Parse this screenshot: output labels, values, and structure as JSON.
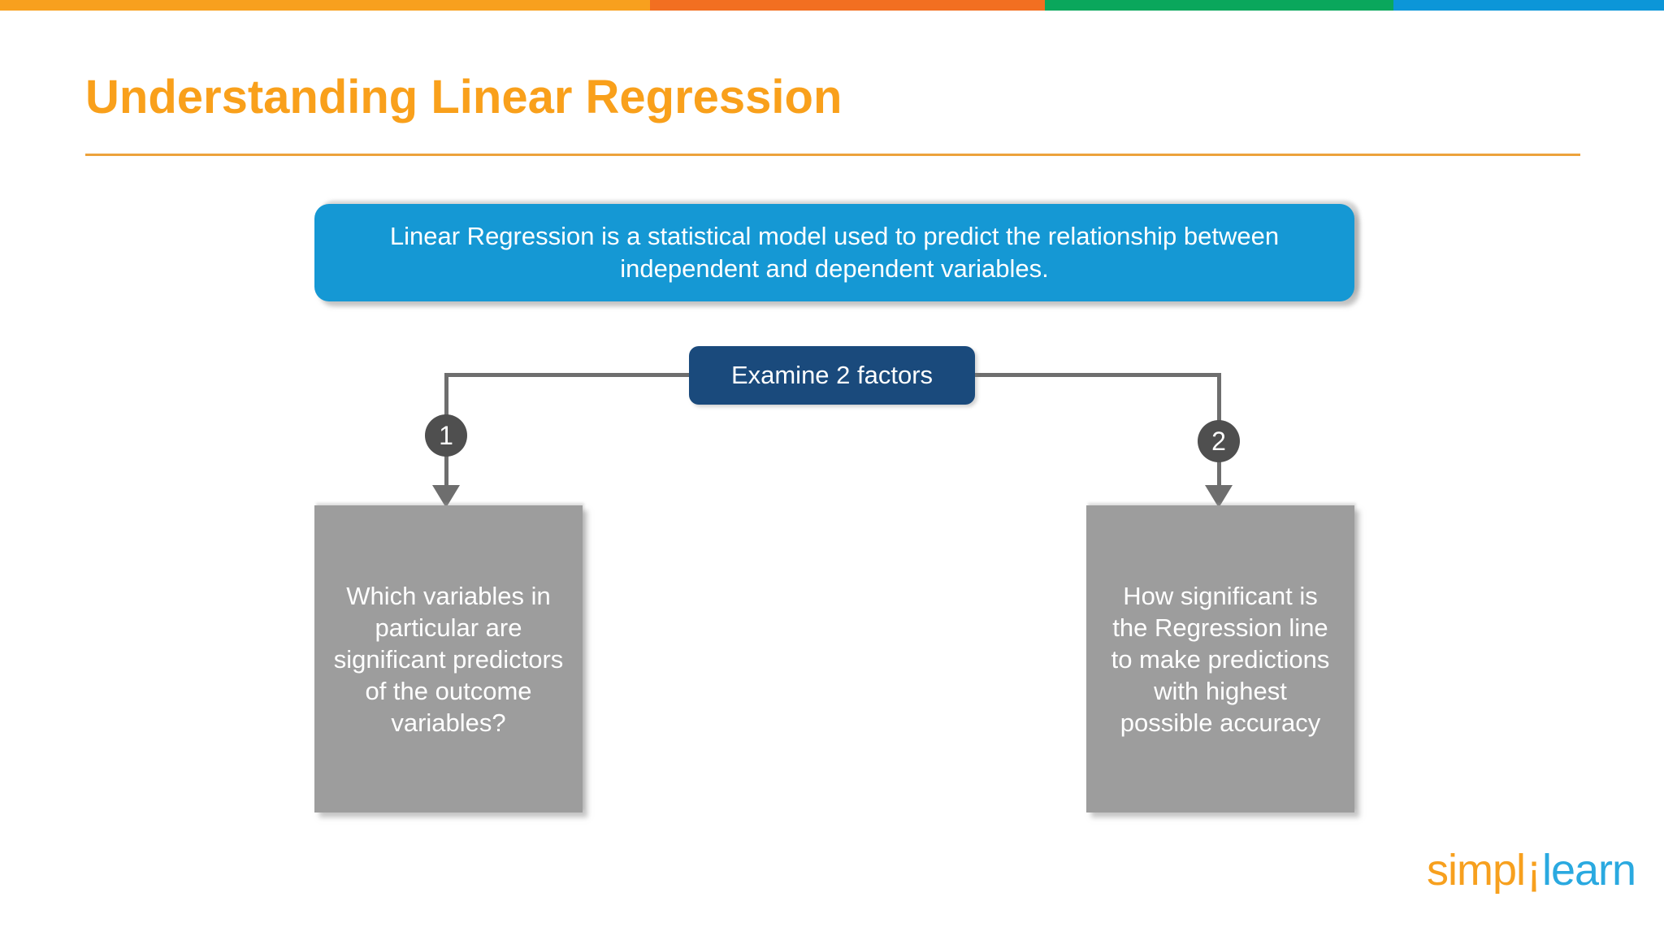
{
  "slide": {
    "title": "Understanding Linear Regression",
    "title_color": "#F9A01B",
    "accent_line_color": "#ECA23B",
    "top_bar_colors": [
      "#F8A01E",
      "#F26F21",
      "#0AA75C",
      "#0C96D8"
    ],
    "background_color": "#FFFFFF"
  },
  "definition_box": {
    "text": "Linear Regression is a statistical model used to predict the relationship between\nindependent and dependent variables.",
    "bg_color": "#1598D4",
    "text_color": "#FFFFFF"
  },
  "factors_box": {
    "label": "Examine 2 factors",
    "bg_color": "#1A4A7C",
    "text_color": "#FFFFFF"
  },
  "connector": {
    "line_color": "#6E6E6E",
    "circle_color": "#4F4F4F"
  },
  "branches": [
    {
      "number": "1",
      "text": "Which variables in\nparticular are\nsignificant predictors\nof the outcome\nvariables?",
      "bg_color": "#9D9D9D"
    },
    {
      "number": "2",
      "text": "How significant is\nthe Regression line\nto make predictions\nwith highest\npossible accuracy",
      "bg_color": "#9D9D9D"
    }
  ],
  "logo": {
    "part1": "simpl",
    "i_glyph": "¡",
    "part2": "learn",
    "part1_color": "#F7A01E",
    "part2_color": "#2AA9E0"
  }
}
